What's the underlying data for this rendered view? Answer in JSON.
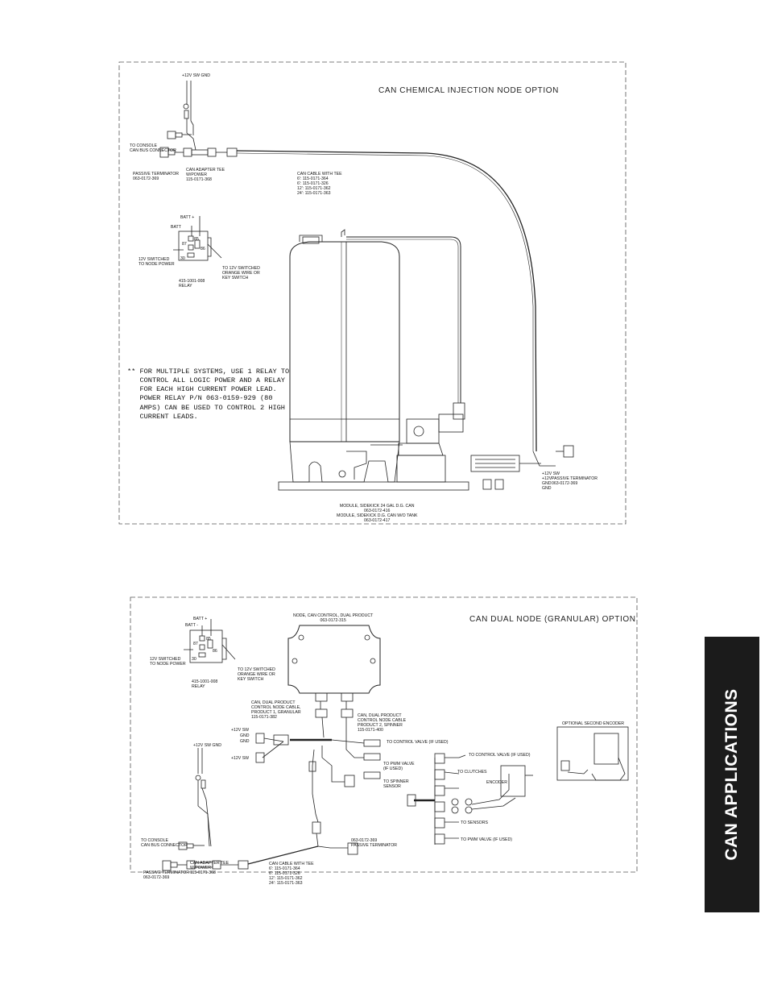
{
  "side_tab": {
    "label": "CAN APPLICATIONS"
  },
  "diagram1": {
    "title": "CAN CHEMICAL INJECTION NODE OPTION",
    "pwr_label": "+12V SW GND",
    "console_label": [
      "TO CONSOLE",
      "CAN BUS CONNECTOR"
    ],
    "terminator_left": [
      "PASSIVE TERMINATOR",
      "063-0172-369"
    ],
    "adapter_tee": [
      "CAN ADAPTER TEE",
      "W/POWER",
      "115-0171-368"
    ],
    "cable_tee": [
      "CAN CABLE WITH TEE",
      "6': 115-0171-364",
      "6': 115-0171-326",
      "12': 115-0171-362",
      "24': 115-0171-363"
    ],
    "batt_plus": "BATT +",
    "batt": "BATT",
    "relay_pins": [
      "85",
      "87",
      "86",
      "30"
    ],
    "relay_left": [
      "12V SWITCHED",
      "TO NODE POWER"
    ],
    "relay_right": [
      "TO 12V SWITCHED",
      "ORANGE WIRE OR",
      "KEY SWITCH"
    ],
    "relay_part": [
      "415-1001-008",
      "RELAY"
    ],
    "note": [
      "** FOR MULTIPLE SYSTEMS, USE 1 RELAY TO",
      "   CONTROL ALL LOGIC POWER AND A RELAY",
      "   FOR EACH HIGH CURRENT POWER LEAD.",
      "   POWER RELAY P/N 063-0159-929 (80",
      "   AMPS) CAN BE USED TO CONTROL 2 HIGH",
      "   CURRENT LEADS."
    ],
    "wire_labels": [
      "+12V SW",
      "+12V",
      "GND",
      "GND"
    ],
    "terminator_right": [
      "PASSIVE TERMINATOR",
      "063-0172-369"
    ],
    "module": [
      "MODULE, SIDEKICK 24 GAL D.G. CAN",
      "063-0172-416",
      "MODULE, SIDEKICK D.G. CAN W/O TANK",
      "063-0172-417"
    ]
  },
  "diagram2": {
    "title": "CAN DUAL NODE (GRANULAR) OPTION",
    "node": [
      "NODE, CAN CONTROL, DUAL PRODUCT",
      "063-0172-315"
    ],
    "batt_plus": "BATT +",
    "batt": "BATT -",
    "relay_pins": [
      "85",
      "87",
      "86",
      "30"
    ],
    "relay_left": [
      "12V SWITCHED",
      "TO NODE POWER"
    ],
    "relay_right": [
      "TO 12V SWITCHED",
      "ORANGE WIRE OR",
      "KEY SWITCH"
    ],
    "relay_part": [
      "415-1001-008",
      "RELAY"
    ],
    "cable1": [
      "CAN, DUAL PRODUCT",
      "CONTROL NODE CABLE,",
      "PRODUCT 1, GRANULAR",
      "115-0171-382"
    ],
    "cable2": [
      "CAN, DUAL PRODUCT",
      "CONTROL NODE CABLE",
      "PRODUCT 2, SPINNER",
      "115-0171-400"
    ],
    "pwr_block": [
      "+12V SW",
      "GND",
      "GND",
      "+12V SW"
    ],
    "pwr_label": "+12V SW GND",
    "to_control_valve_1": "TO CONTROL VALVE (IF USED)",
    "to_pwm_valve_1": [
      "TO PWM VALVE",
      "(IF USED)"
    ],
    "to_spinner": [
      "TO SPINNER",
      "SENSOR"
    ],
    "optional_encoder": "OPTIONAL SECOND ENCODER",
    "to_control_valve_2": "TO CONTROL VALVE (IF USED)",
    "to_clutches": "TO CLUTCHES",
    "encoder": "ENCODER",
    "to_sensors": "TO SENSORS",
    "to_pwm_valve_2": "TO PWM VALVE (IF USED)",
    "terminator_mid": [
      "063-0172-369",
      "PASSIVE TERMINATOR"
    ],
    "console_label": [
      "TO CONSOLE",
      "CAN BUS CONNECTOR"
    ],
    "terminator_left": [
      "PASSIVE TERMINATOR",
      "063-0172-369"
    ],
    "adapter_tee": [
      "CAN ADAPTER TEE",
      "W/POWER",
      "115-0171-368"
    ],
    "cable_tee": [
      "CAN CABLE WITH TEE",
      "6': 115-0171-364",
      "6': 115-0171-326",
      "12': 115-0171-362",
      "24': 115-0171-363"
    ]
  }
}
